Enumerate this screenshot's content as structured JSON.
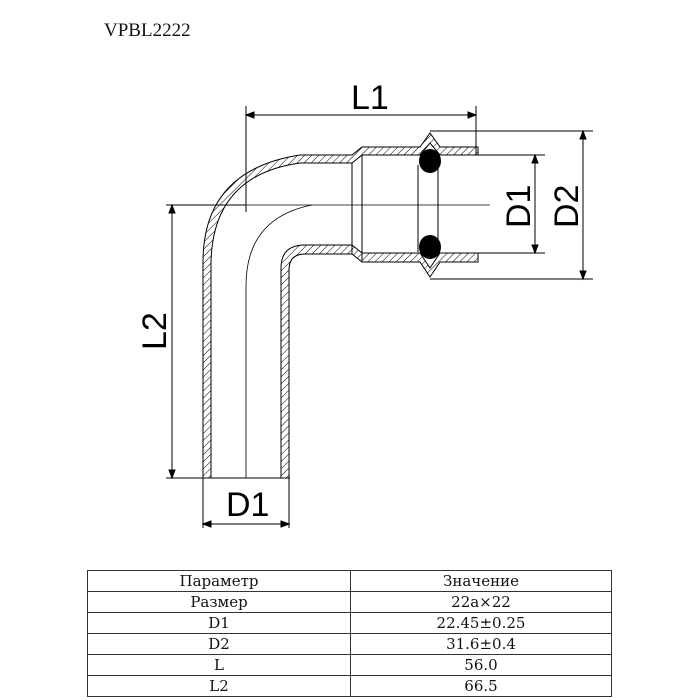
{
  "title": "VPBL2222",
  "drawing": {
    "labels": {
      "l1": "L1",
      "l2": "L2",
      "d1_right": "D1",
      "d2": "D2",
      "d1_bottom": "D1"
    }
  },
  "table": {
    "headers": [
      "Параметр",
      "Значение"
    ],
    "rows": [
      {
        "param": "Размер",
        "value": "22a×22"
      },
      {
        "param": "D1",
        "value": "22.45±0.25"
      },
      {
        "param": "D2",
        "value": "31.6±0.4"
      },
      {
        "param": "L",
        "value": "56.0"
      },
      {
        "param": "L2",
        "value": "66.5"
      }
    ]
  }
}
